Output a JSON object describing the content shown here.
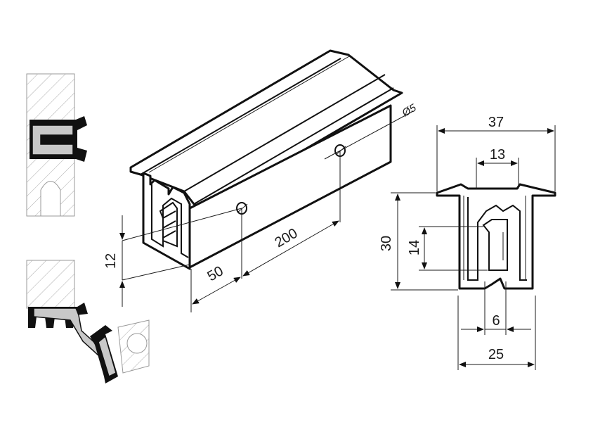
{
  "dimensions": {
    "width_overall": "37",
    "slot_width": "13",
    "height_overall": "30",
    "slot_depth": "14",
    "gap": "6",
    "base_width": "25",
    "hole_offset": "12",
    "first_hole": "50",
    "hole_spacing": "200",
    "hole_diameter": "Ø5"
  },
  "icons": {
    "diameter_symbol": "diameter-icon"
  },
  "colors": {
    "line": "#111111",
    "seal_gray": "#c8c8c8",
    "hatch": "#999999"
  }
}
